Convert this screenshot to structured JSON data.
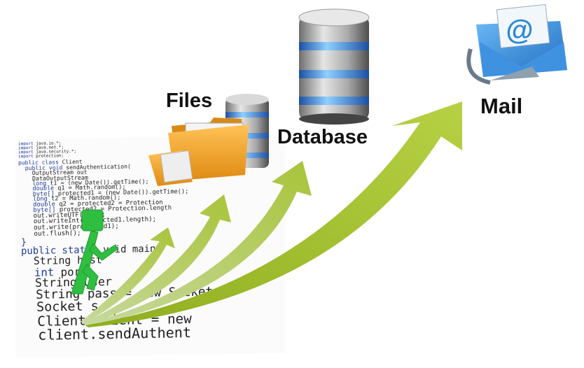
{
  "labels": {
    "files": "Files",
    "database": "Database",
    "mail": "Mail",
    "mail_symbol": "@"
  },
  "code_lines": [
    {
      "kw": "import",
      "rest": " java.io.*;"
    },
    {
      "kw": "import",
      "rest": " java.net.*;"
    },
    {
      "kw": "import",
      "rest": " java.security.*;"
    },
    {
      "kw": "import",
      "rest": " protection;"
    },
    {
      "kw": "public class",
      "rest": " Client"
    },
    {
      "kw": "  public void",
      "rest": " sendAuthentication("
    },
    {
      "kw": "",
      "rest": "    OutputStream out"
    },
    {
      "kw": "",
      "rest": "    DataOutputStream"
    },
    {
      "kw": "    long",
      "rest": " t1 = (new Date()).getTime();"
    },
    {
      "kw": "    double",
      "rest": " q1 = Math.random();"
    },
    {
      "kw": "    byte[]",
      "rest": " protected1 = (new Date()).getTime();"
    },
    {
      "kw": "    long",
      "rest": " t2 = Math.random();"
    },
    {
      "kw": "    double",
      "rest": " q2 = protected2 = Protection"
    },
    {
      "kw": "    byte[]",
      "rest": " protected2 = Protection.length"
    },
    {
      "kw": "",
      "rest": "    out.writeUTF(user);"
    },
    {
      "kw": "",
      "rest": "    out.writeInt(protected1.length);"
    },
    {
      "kw": "",
      "rest": "    out.write(protected1);"
    },
    {
      "kw": "",
      "rest": "    out.flush();"
    },
    {
      "kw": "}",
      "rest": ""
    },
    {
      "kw": "public static",
      "rest": " void main("
    },
    {
      "kw": "",
      "rest": "  String host"
    },
    {
      "kw": "  int",
      "rest": " port"
    },
    {
      "kw": "",
      "rest": "  String user"
    },
    {
      "kw": "",
      "rest": "  String pass = new Socket"
    },
    {
      "kw": "",
      "rest": "  Socket s"
    },
    {
      "kw": "",
      "rest": "  Client client = new"
    },
    {
      "kw": "",
      "rest": "  client.sendAuthent"
    }
  ],
  "colors": {
    "arrow_green": "#9dbf2a",
    "figure_green": "#2db53c",
    "folder_orange": "#f0a12a",
    "db_blue": "#3f8be0",
    "mail_blue": "#2f86d6"
  }
}
